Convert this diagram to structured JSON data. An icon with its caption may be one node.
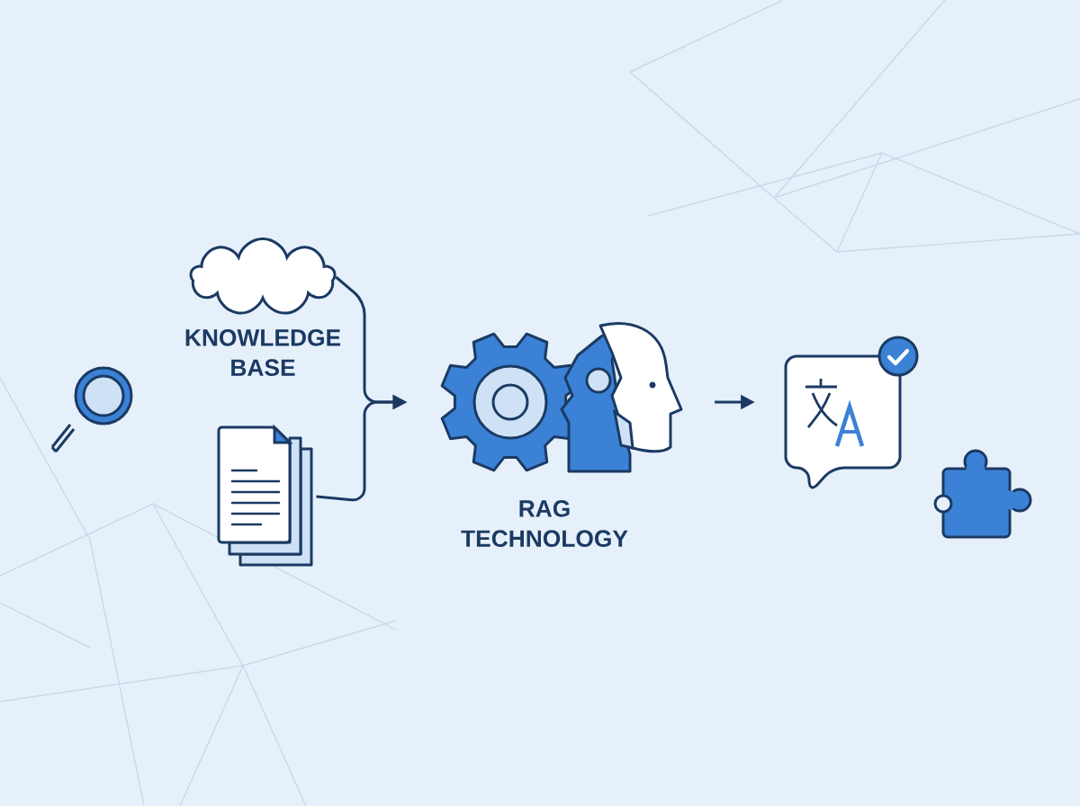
{
  "diagram": {
    "nodes": [
      {
        "text": [
          "KNOWLEDGE BASE"
        ]
      },
      {
        "text": [],
        "shape": "picture"
      },
      {
        "text": [
          "RAG TECHNOLOGY"
        ]
      },
      {
        "text": [],
        "shape": "picture"
      }
    ],
    "edges": [
      {
        "from": 0,
        "to": 2,
        "arrow": "to"
      },
      {
        "from": 1,
        "to": 2,
        "arrow": "to"
      },
      {
        "from": 2,
        "to": 3,
        "arrow": "to"
      }
    ]
  }
}
